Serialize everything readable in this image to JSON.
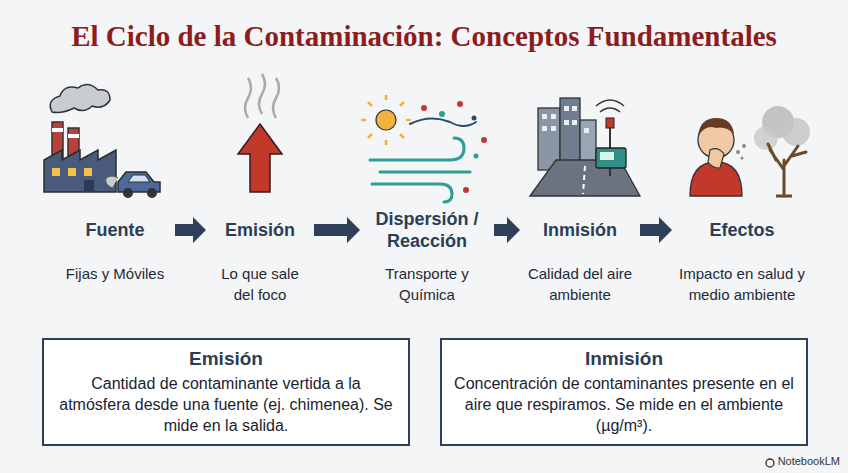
{
  "diagram": {
    "title": "El Ciclo de la Contaminación: Conceptos Fundamentales",
    "nodes": [
      {
        "text": [
          "Fuente",
          "Fijas y Móviles"
        ]
      },
      {
        "text": [
          "Emisión",
          "Lo que sale del foco"
        ]
      },
      {
        "text": [
          "Dispersión / Reacción",
          "Transporte y Química"
        ]
      },
      {
        "text": [
          "Inmisión",
          "Calidad del aire ambiente"
        ]
      },
      {
        "text": [
          "Efectos",
          "Impacto en salud y medio ambiente"
        ]
      },
      {
        "text": [
          "Emisión",
          "Cantidad de contaminante vertida a la atmósfera desde una fuente (ej. chimenea). Se mide en la salida."
        ]
      },
      {
        "text": [
          "Inmisión",
          "Concentración de contaminantes presente en el aire que respiramos. Se mide en el ambiente (µg/m³)."
        ]
      }
    ],
    "edges": [
      {
        "from": 0,
        "to": 1,
        "arrow": "to"
      },
      {
        "from": 1,
        "to": 2,
        "arrow": "to"
      },
      {
        "from": 2,
        "to": 3,
        "arrow": "to"
      },
      {
        "from": 3,
        "to": 4,
        "arrow": "to"
      }
    ],
    "labels": [
      "NotebookLM"
    ]
  }
}
